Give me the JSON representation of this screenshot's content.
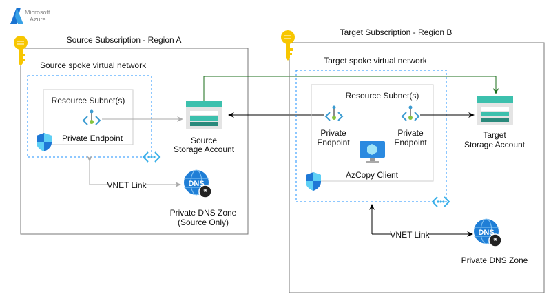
{
  "logo": {
    "line1": "Microsoft",
    "line2": "Azure"
  },
  "source": {
    "subscription_title": "Source Subscription - Region A",
    "vnet_title": "Source spoke virtual network",
    "subnet_title": "Resource Subnet(s)",
    "private_endpoint": "Private Endpoint",
    "storage_line1": "Source",
    "storage_line2": "Storage Account",
    "vnet_link": "VNET Link",
    "dns_line1": "Private DNS Zone",
    "dns_line2": "(Source Only)"
  },
  "target": {
    "subscription_title": "Target Subscription - Region B",
    "vnet_title": "Target spoke virtual network",
    "subnet_title": "Resource Subnet(s)",
    "pe1_line1": "Private",
    "pe1_line2": "Endpoint",
    "pe2_line1": "Private",
    "pe2_line2": "Endpoint",
    "client": "AzCopy Client",
    "storage_line1": "Target",
    "storage_line2": "Storage Account",
    "vnet_link": "VNET Link",
    "dns": "Private DNS Zone"
  },
  "colors": {
    "green_link": "#1a6e1a",
    "vnet_dash": "#1e90ff",
    "storage_teal": "#3cc0ad",
    "key_yellow": "#f7c600"
  }
}
